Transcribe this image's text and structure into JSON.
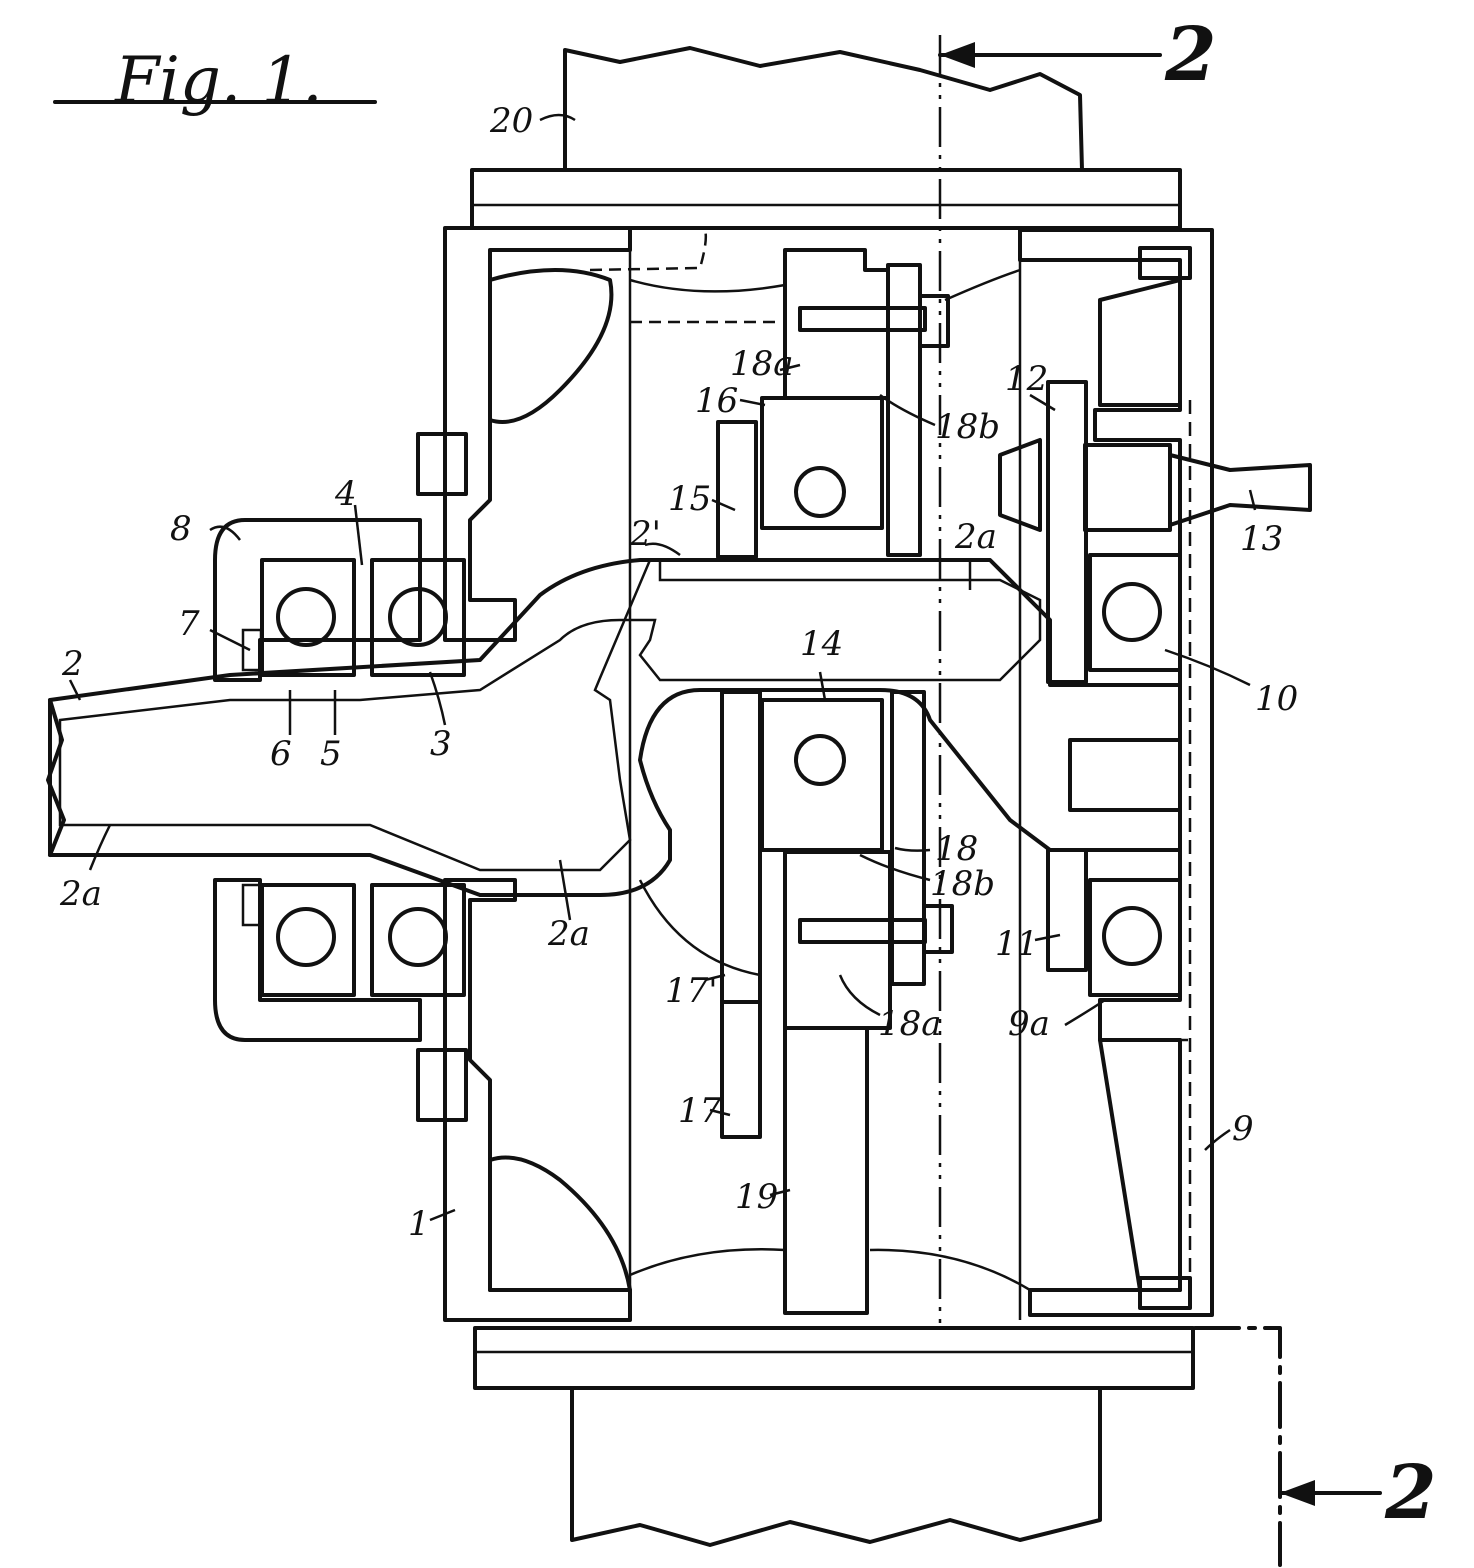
{
  "figure": {
    "title": "Fig. 1."
  },
  "section_marks": {
    "top": "2",
    "bottom": "2"
  },
  "labels": {
    "l1": "1",
    "l2": "2",
    "l2a_left": "2a",
    "l2a_center": "2a",
    "l2a_top": "2a",
    "l2prime": "2'",
    "l3": "3",
    "l4": "4",
    "l5": "5",
    "l6": "6",
    "l7": "7",
    "l8": "8",
    "l9": "9",
    "l9a": "9a",
    "l10": "10",
    "l11": "11",
    "l12": "12",
    "l13": "13",
    "l14": "14",
    "l15": "15",
    "l16": "16",
    "l17": "17",
    "l17prime": "17'",
    "l18": "18",
    "l18a_top": "18a",
    "l18a_bottom": "18a",
    "l18b_top": "18b",
    "l18b_bottom": "18b",
    "l19": "19",
    "l20": "20"
  },
  "colors": {
    "shaft_green": "#b8e6a8",
    "shaft_hatch": "#3a8f3a",
    "gear_red": "#f0a0a0",
    "plate_blue": "#a8a8f0",
    "plate_light": "#dcdcf8",
    "ink": "#111111"
  }
}
